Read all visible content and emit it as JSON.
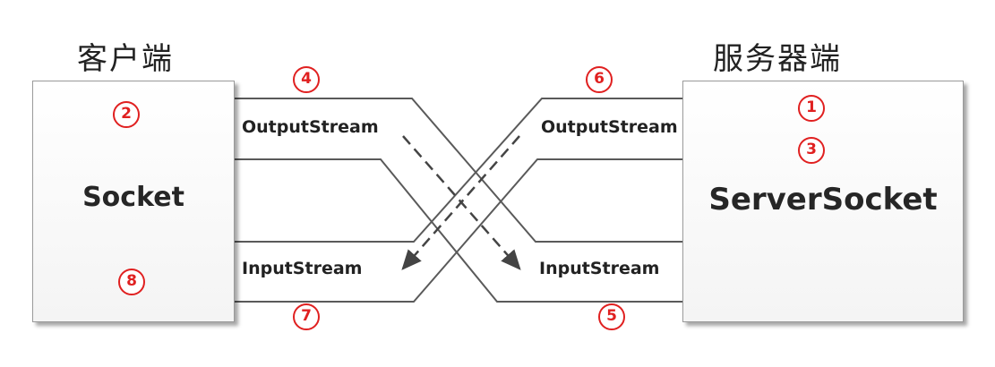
{
  "client": {
    "title": "客户端",
    "label": "Socket",
    "numbers": [
      "2",
      "8"
    ]
  },
  "server": {
    "title": "服务器端",
    "label": "ServerSocket",
    "numbers": [
      "1",
      "3"
    ]
  },
  "streams": {
    "client_output": {
      "label": "OutputStream",
      "number": "4"
    },
    "client_input": {
      "label": "InputStream",
      "number": "7"
    },
    "server_output": {
      "label": "OutputStream",
      "number": "6"
    },
    "server_input": {
      "label": "InputStream",
      "number": "5"
    }
  },
  "colors": {
    "number": "#e02020",
    "line": "#5a5a5a",
    "border": "#9a9a9a"
  }
}
